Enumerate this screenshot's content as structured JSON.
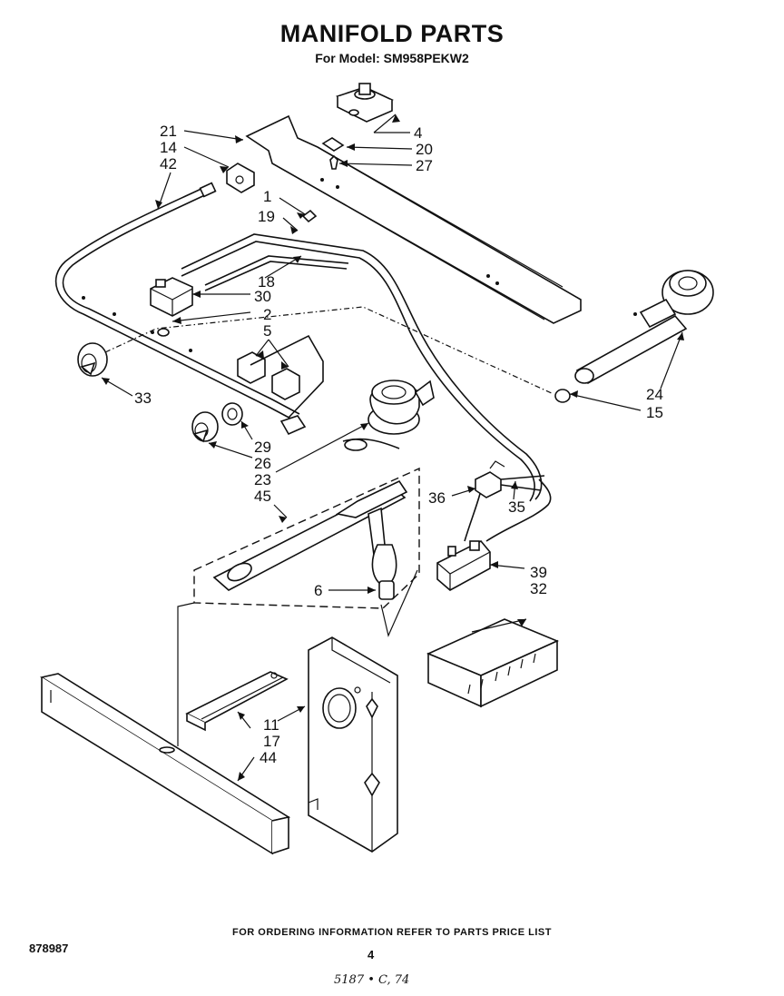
{
  "header": {
    "title": "MANIFOLD PARTS",
    "subtitle": "For Model: SM958PEKW2"
  },
  "footer": {
    "ordering_note": "FOR ORDERING INFORMATION REFER TO PARTS PRICE LIST",
    "document_number": "878987",
    "page_number": "4",
    "handwritten_note": "5187 • C, 74"
  },
  "callouts": {
    "c21": "21",
    "c14": "14",
    "c42": "42",
    "c1": "1",
    "c19": "19",
    "c4": "4",
    "c20": "20",
    "c27": "27",
    "c18": "18",
    "c30": "30",
    "c2": "2",
    "c5": "5",
    "c33": "33",
    "c29": "29",
    "c26": "26",
    "c23": "23",
    "c45": "45",
    "c24": "24",
    "c15": "15",
    "c36": "36",
    "c35": "35",
    "c6": "6",
    "c39": "39",
    "c32": "32",
    "c11": "11",
    "c17": "17",
    "c44": "44"
  }
}
